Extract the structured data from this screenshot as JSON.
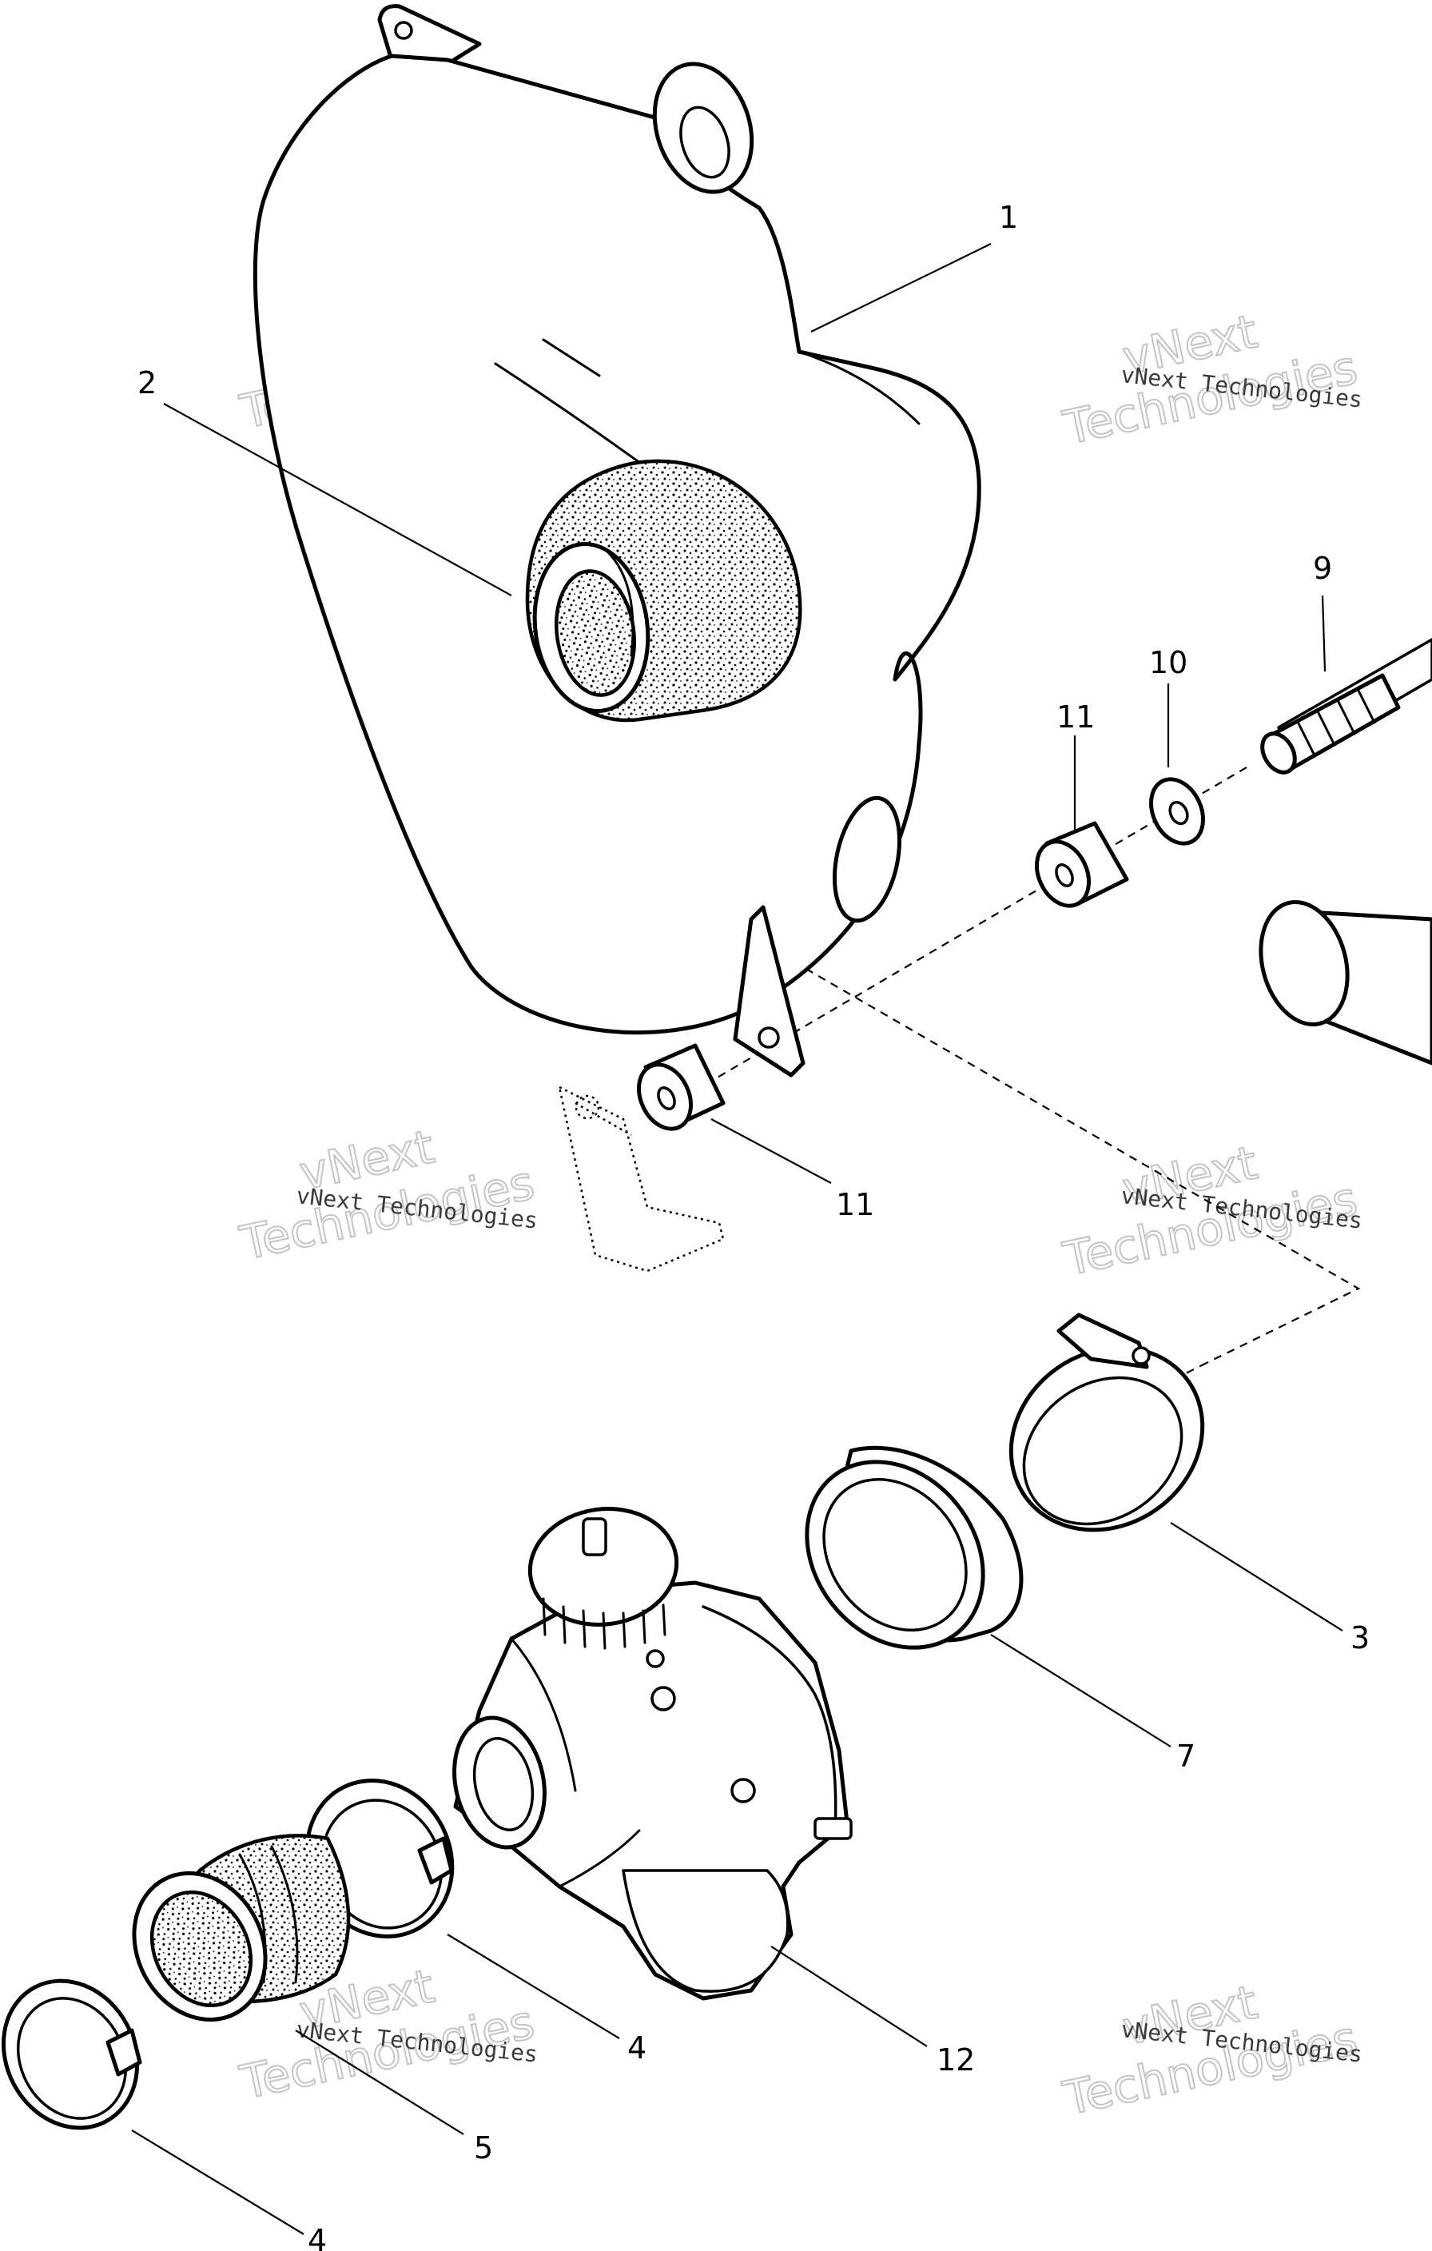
{
  "callouts": [
    {
      "id": "1",
      "text": "1"
    },
    {
      "id": "2",
      "text": "2"
    },
    {
      "id": "3",
      "text": "3"
    },
    {
      "id": "4a",
      "text": "4"
    },
    {
      "id": "4b",
      "text": "4"
    },
    {
      "id": "5",
      "text": "5"
    },
    {
      "id": "7",
      "text": "7"
    },
    {
      "id": "9",
      "text": "9"
    },
    {
      "id": "10",
      "text": "10"
    },
    {
      "id": "11a",
      "text": "11"
    },
    {
      "id": "11b",
      "text": "11"
    },
    {
      "id": "12",
      "text": "12"
    }
  ],
  "watermark": {
    "small": "vNext Technologies",
    "large_line1": "vNext",
    "large_line2": "Technologies"
  }
}
